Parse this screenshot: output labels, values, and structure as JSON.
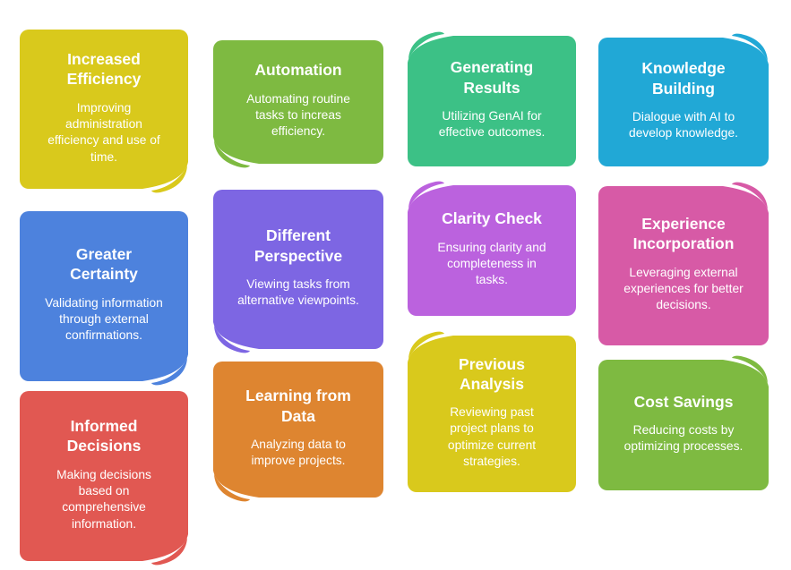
{
  "board": {
    "notes": [
      {
        "title": "Increased Efficiency",
        "body": "Improving administration efficiency and use of time.",
        "color": "#d9c91c",
        "curl": "bottom-right"
      },
      {
        "title": "Automation",
        "body": "Automating routine tasks to increas efficiency.",
        "color": "#7eba41",
        "curl": "bottom-left"
      },
      {
        "title": "Generating Results",
        "body": "Utilizing GenAI for effective outcomes.",
        "color": "#3cc186",
        "curl": "top-left"
      },
      {
        "title": "Knowledge Building",
        "body": "Dialogue with AI to develop knowledge.",
        "color": "#21a8d6",
        "curl": "top-right"
      },
      {
        "title": "Greater Certainty",
        "body": "Validating information through external confirmations.",
        "color": "#4d82dd",
        "curl": "bottom-right"
      },
      {
        "title": "Different Perspective",
        "body": "Viewing tasks from alternative viewpoints.",
        "color": "#7d66e3",
        "curl": "bottom-left"
      },
      {
        "title": "Clarity Check",
        "body": "Ensuring clarity and completeness in tasks.",
        "color": "#bb62de",
        "curl": "top-left"
      },
      {
        "title": "Experience Incorporation",
        "body": "Leveraging external experiences for better decisions.",
        "color": "#d75aa6",
        "curl": "top-right"
      },
      {
        "title": "Informed Decisions",
        "body": "Making decisions based on comprehensive information.",
        "color": "#e15852",
        "curl": "bottom-right"
      },
      {
        "title": "Learning from Data",
        "body": "Analyzing data to improve projects.",
        "color": "#de8530",
        "curl": "bottom-left"
      },
      {
        "title": "Previous Analysis",
        "body": "Reviewing past project plans to optimize current strategies.",
        "color": "#d9c91c",
        "curl": "top-left"
      },
      {
        "title": "Cost Savings",
        "body": "Reducing costs by optimizing processes.",
        "color": "#7eba41",
        "curl": "top-right"
      }
    ]
  }
}
